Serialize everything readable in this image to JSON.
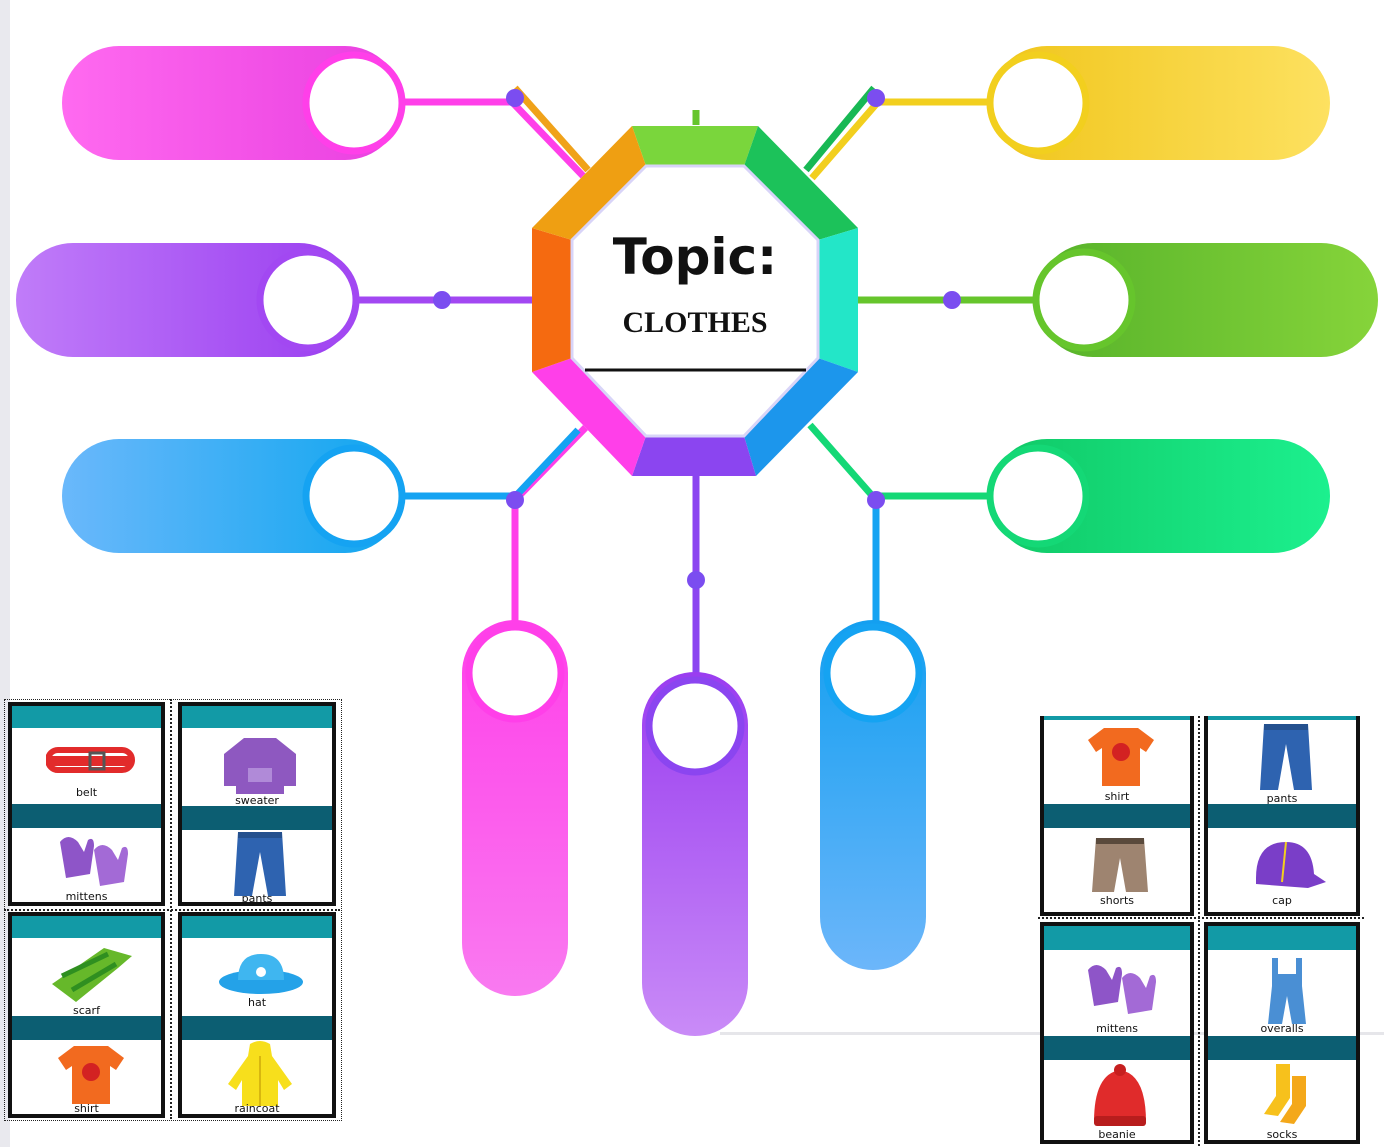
{
  "topic": {
    "title": "Topic:",
    "subtitle": "CLOTHES"
  },
  "colors": {
    "magenta": "#ff3fe9",
    "purple": "#a248f2",
    "blue": "#15a3f2",
    "yellow": "#f2cf1e",
    "green": "#66c52c",
    "emerald": "#14d876",
    "violet": "#8b45f0",
    "teal": "#129aa6",
    "darkteal": "#0c5e72"
  },
  "left_cards": [
    {
      "top": "belt",
      "bottom": "mittens"
    },
    {
      "top": "sweater",
      "bottom": "pants"
    },
    {
      "top": "scarf",
      "bottom": "shirt"
    },
    {
      "top": "hat",
      "bottom": "raincoat"
    }
  ],
  "right_cards": [
    {
      "top": "shirt",
      "bottom": "shorts"
    },
    {
      "top": "pants",
      "bottom": "cap"
    },
    {
      "top": "mittens",
      "bottom": "beanie"
    },
    {
      "top": "overalls",
      "bottom": "socks"
    }
  ]
}
